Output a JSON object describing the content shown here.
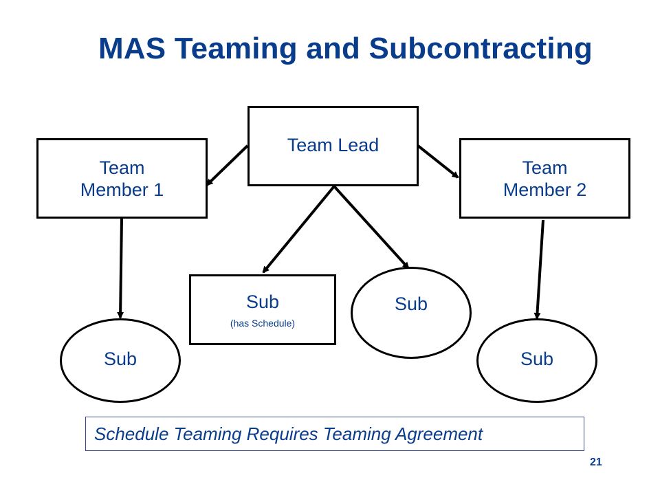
{
  "title": "MAS Teaming and Subcontracting",
  "nodes": {
    "team_lead": {
      "label": "Team Lead"
    },
    "team_member_1": {
      "line1": "Team",
      "line2": "Member 1"
    },
    "team_member_2": {
      "line1": "Team",
      "line2": "Member 2"
    },
    "sub_schedule": {
      "label": "Sub",
      "note": "(has Schedule)"
    },
    "sub_center": {
      "label": "Sub"
    },
    "sub_left": {
      "label": "Sub"
    },
    "sub_right": {
      "label": "Sub"
    }
  },
  "note": "Schedule Teaming Requires Teaming Agreement",
  "page_number": "21",
  "colors": {
    "text": "#0a3c8c",
    "stroke": "#000000",
    "note_border": "#3b4a8a"
  }
}
